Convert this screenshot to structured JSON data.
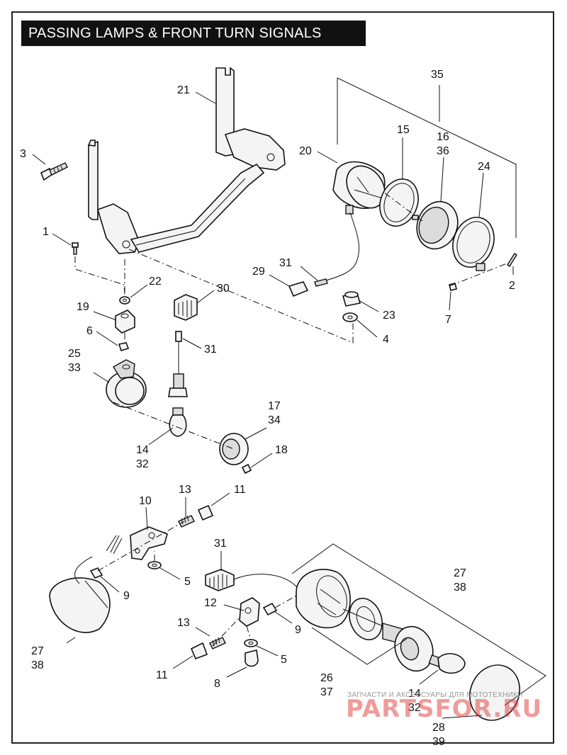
{
  "title": "PASSING LAMPS & FRONT TURN SIGNALS",
  "callouts": {
    "c1": "1",
    "c2": "2",
    "c3": "3",
    "c4": "4",
    "c5a": "5",
    "c5b": "5",
    "c6": "6",
    "c7": "7",
    "c8": "8",
    "c9a": "9",
    "c9b": "9",
    "c10": "10",
    "c11a": "11",
    "c11b": "11",
    "c12": "12",
    "c13a": "13",
    "c13b": "13",
    "c14a": "14",
    "c32a": "32",
    "c14b": "14",
    "c32b": "32",
    "c15": "15",
    "c16": "16",
    "c36": "36",
    "c17": "17",
    "c34": "34",
    "c18": "18",
    "c19": "19",
    "c20": "20",
    "c21": "21",
    "c22": "22",
    "c23": "23",
    "c24": "24",
    "c25": "25",
    "c33": "33",
    "c26": "26",
    "c37": "37",
    "c27a": "27",
    "c38a": "38",
    "c27b": "27",
    "c38b": "38",
    "c28": "28",
    "c39": "39",
    "c29": "29",
    "c30": "30",
    "c31a": "31",
    "c31b": "31",
    "c31c": "31",
    "c35": "35"
  },
  "watermark": {
    "tagline": "ЗАПЧАСТИ И АКСЕССУАРЫ ДЛЯ МОТОТЕХНИКИ",
    "logo": "PARTSFOR.RU"
  }
}
